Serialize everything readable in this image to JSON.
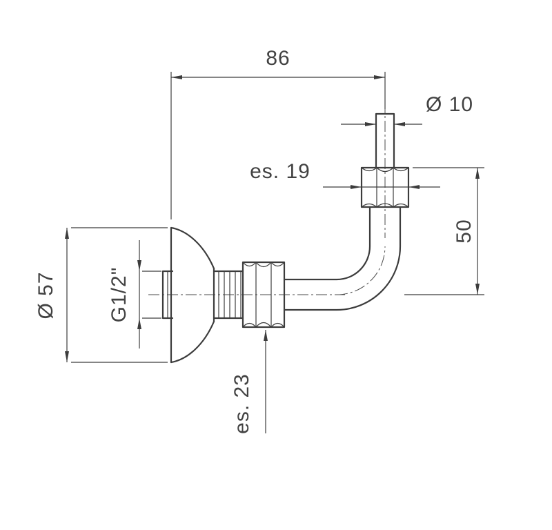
{
  "page": {
    "background": "#ffffff",
    "line_color": "#3c3c3c",
    "text_color": "#424242"
  },
  "drawing": {
    "kind": "technical-dimension-drawing",
    "dims": {
      "d86": "86",
      "d10": "Ø 10",
      "hex19": "es. 19",
      "d50": "50",
      "d57": "Ø 57",
      "thread": "G1/2\"",
      "hex23": "es. 23"
    }
  }
}
